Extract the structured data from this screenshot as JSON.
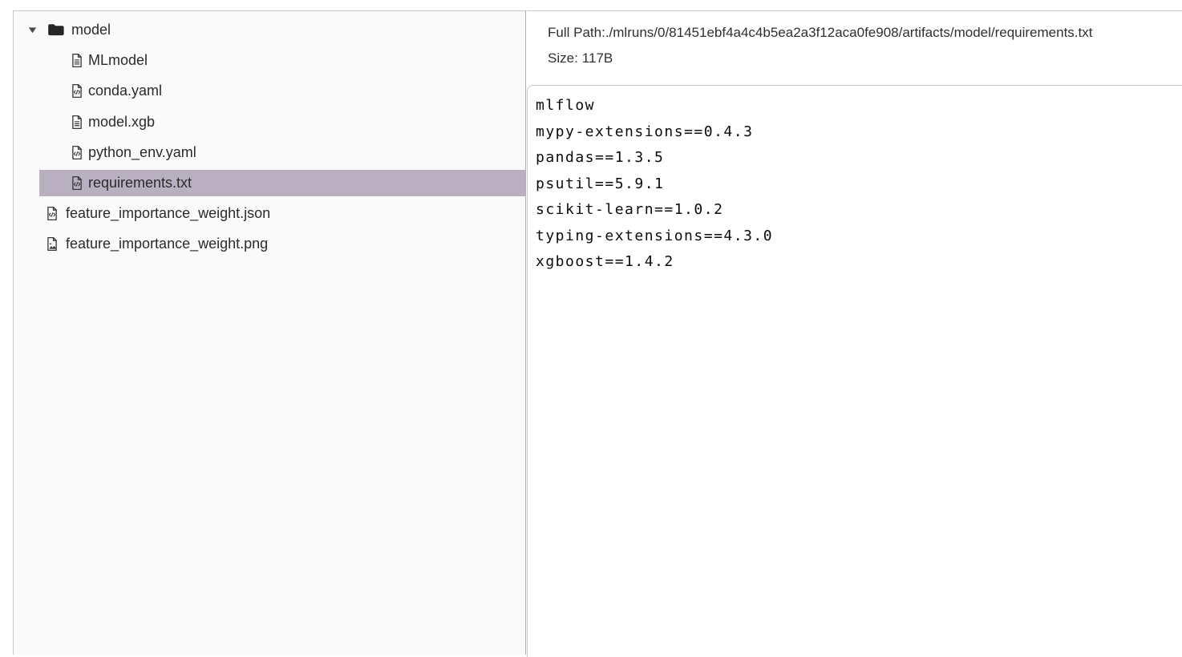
{
  "file_tree": {
    "items": [
      {
        "label": "model",
        "type": "folder",
        "level": 0,
        "expanded": true,
        "selected": false
      },
      {
        "label": "MLmodel",
        "type": "file-text",
        "level": 1,
        "selected": false
      },
      {
        "label": "conda.yaml",
        "type": "file-code",
        "level": 1,
        "selected": false
      },
      {
        "label": "model.xgb",
        "type": "file-text",
        "level": 1,
        "selected": false
      },
      {
        "label": "python_env.yaml",
        "type": "file-code",
        "level": 1,
        "selected": false
      },
      {
        "label": "requirements.txt",
        "type": "file-code",
        "level": 1,
        "selected": true
      },
      {
        "label": "feature_importance_weight.json",
        "type": "file-code",
        "level": 0,
        "selected": false
      },
      {
        "label": "feature_importance_weight.png",
        "type": "file-image",
        "level": 0,
        "selected": false
      }
    ]
  },
  "artifact_info": {
    "full_path_label": "Full Path:",
    "full_path_value": "./mlruns/0/81451ebf4a4c4b5ea2a3f12aca0fe908/artifacts/model/requirements.txt",
    "size_label": "Size:",
    "size_value": "117B"
  },
  "file_preview": {
    "lines": [
      "mlflow",
      "mypy-extensions==0.4.3",
      "pandas==1.3.5",
      "psutil==5.9.1",
      "scikit-learn==1.0.2",
      "typing-extensions==4.3.0",
      "xgboost==1.4.2"
    ]
  },
  "colors": {
    "selected_row_bg": "#b8b0c1",
    "tree_pane_bg": "#fafafa",
    "border": "#c8c8c8",
    "divider": "#b0b0b0",
    "tree_text": "#2b2b2b",
    "header_text": "#2d2f33",
    "code_text": "#0b0b0b"
  }
}
